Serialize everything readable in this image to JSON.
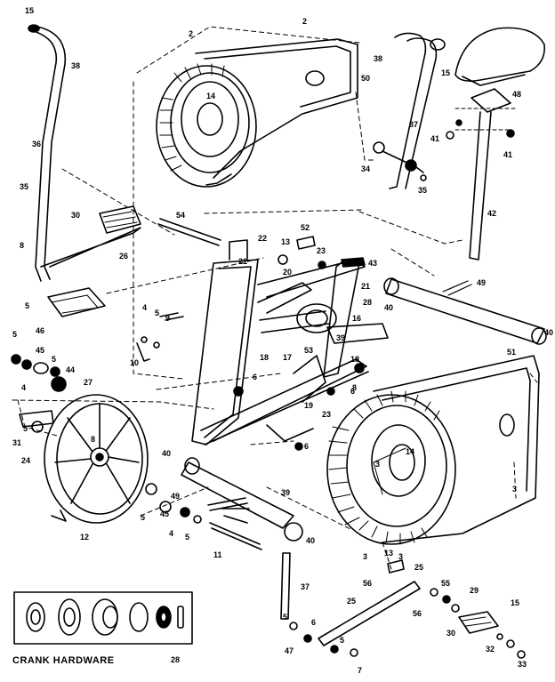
{
  "diagram": {
    "caption": "CRANK HARDWARE",
    "part_labels": [
      "2",
      "2",
      "3",
      "3",
      "3",
      "3",
      "4",
      "4",
      "4",
      "5",
      "5",
      "5",
      "5",
      "5",
      "5",
      "5",
      "5",
      "5",
      "6",
      "6",
      "6",
      "6",
      "7",
      "8",
      "8",
      "8",
      "9",
      "10",
      "11",
      "12",
      "13",
      "13",
      "14",
      "14",
      "15",
      "15",
      "15",
      "16",
      "17",
      "18",
      "18",
      "19",
      "20",
      "21",
      "21",
      "22",
      "23",
      "23",
      "24",
      "25",
      "25",
      "26",
      "27",
      "28",
      "28",
      "29",
      "30",
      "30",
      "31",
      "32",
      "33",
      "34",
      "35",
      "35",
      "36",
      "37",
      "37",
      "38",
      "38",
      "39",
      "39",
      "40",
      "40",
      "40",
      "40",
      "41",
      "41",
      "42",
      "43",
      "44",
      "45",
      "45",
      "46",
      "47",
      "48",
      "49",
      "49",
      "50",
      "51",
      "52",
      "53",
      "54",
      "55",
      "56",
      "56"
    ]
  }
}
